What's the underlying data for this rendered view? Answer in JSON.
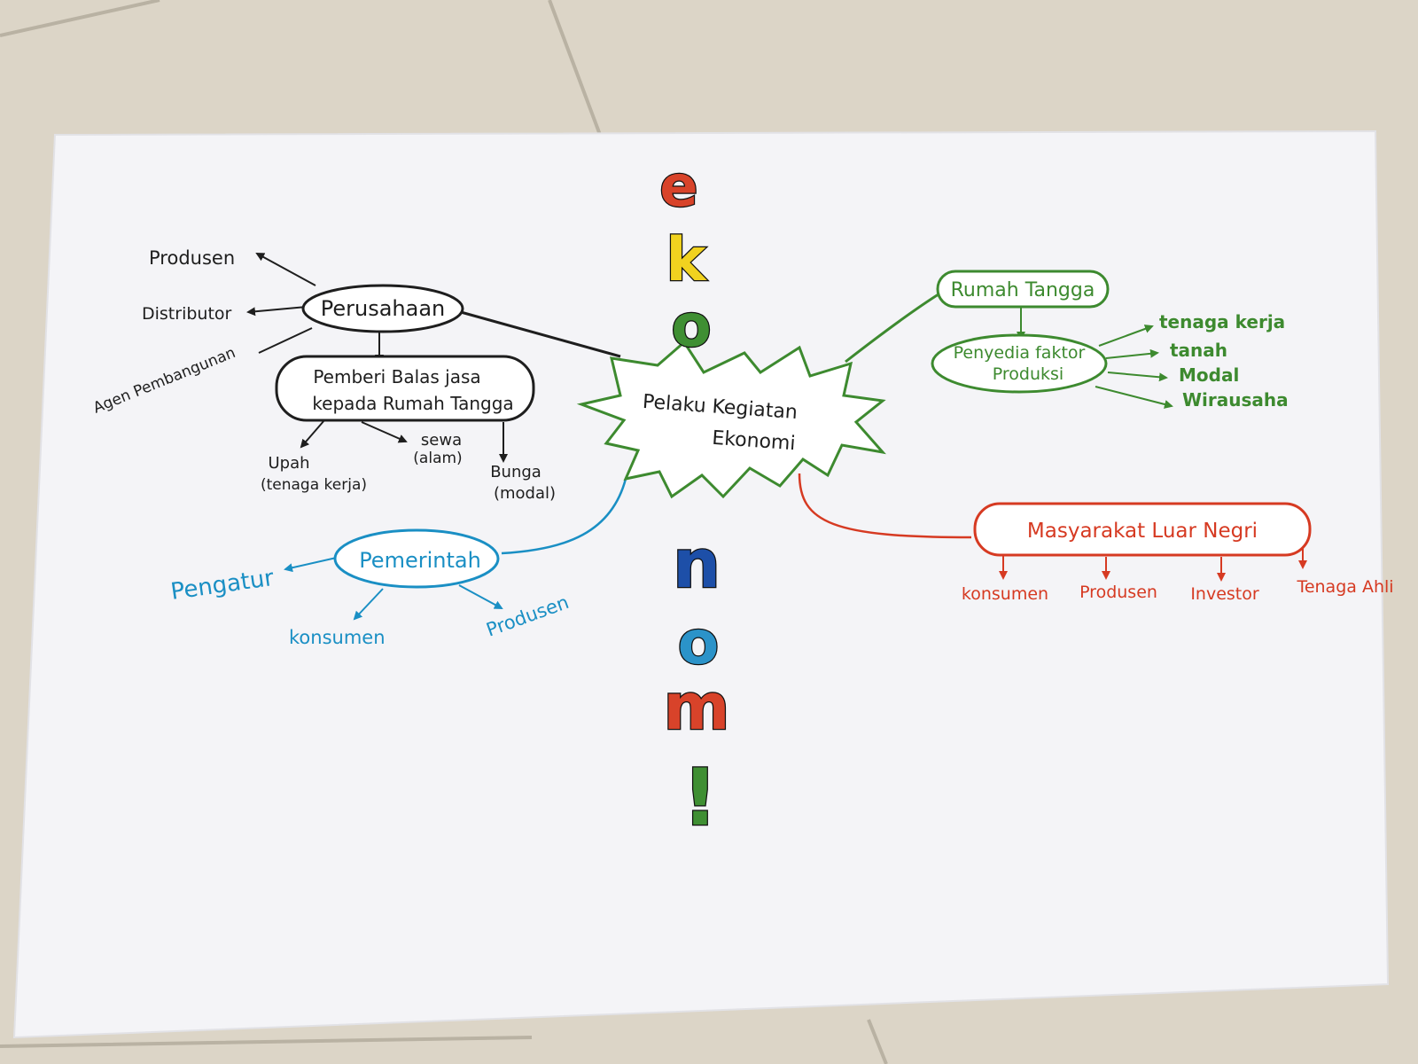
{
  "title_letters": [
    {
      "ch": "e",
      "color": "#d8432a"
    },
    {
      "ch": "k",
      "color": "#f1d21f"
    },
    {
      "ch": "o",
      "color": "#3f8f33"
    },
    {
      "ch": "n",
      "color": "#1d4fa8"
    },
    {
      "ch": "o",
      "color": "#2b93c9"
    },
    {
      "ch": "m",
      "color": "#d8432a"
    },
    {
      "ch": "!",
      "color": "#3f8f33"
    }
  ],
  "center": {
    "line1": "Pelaku Kegiatan",
    "line2": "Ekonomi"
  },
  "perusahaan": {
    "label": "Perusahaan",
    "roles": [
      "Produsen",
      "Distributor",
      "Agen Pembangunan"
    ],
    "balas_jasa": {
      "line1": "Pemberi Balas jasa",
      "line2": "kepada Rumah Tangga"
    },
    "payments": [
      {
        "line1": "Upah",
        "line2": "(tenaga kerja)"
      },
      {
        "line1": "sewa",
        "line2": "(alam)"
      },
      {
        "line1": "Bunga",
        "line2": "(modal)"
      }
    ]
  },
  "rumah_tangga": {
    "label": "Rumah Tangga",
    "faktor": {
      "line1": "Penyedia faktor",
      "line2": "Produksi"
    },
    "items": [
      "tenaga kerja",
      "tanah",
      "Modal",
      "Wirausaha"
    ]
  },
  "pemerintah": {
    "label": "Pemerintah",
    "roles": [
      "Pengatur",
      "konsumen",
      "Produsen"
    ]
  },
  "luar_negri": {
    "label": "Masyarakat Luar Negri",
    "roles": [
      "konsumen",
      "Produsen",
      "Investor",
      "Tenaga Ahli"
    ]
  },
  "colors": {
    "perusahaan": "#1e1e1e",
    "rumah_tangga": "#3d8a2f",
    "pemerintah": "#1a8fc4",
    "luar_negri": "#d63a22",
    "paper": "#f5f5f7",
    "floor": "#d9d2c4"
  }
}
